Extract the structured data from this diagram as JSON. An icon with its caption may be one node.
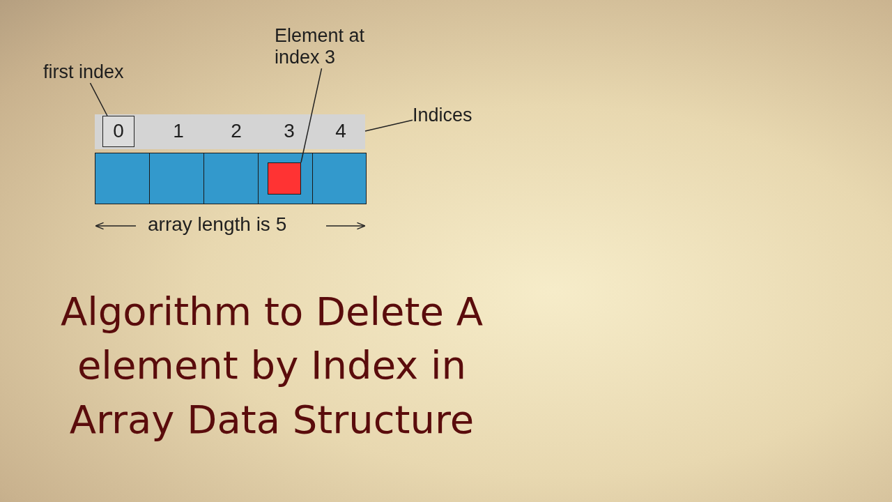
{
  "diagram": {
    "title": "Algorithm to Delete A element by Index in Array Data Structure",
    "nodes": [
      {
        "text": [
          "first index"
        ]
      },
      {
        "text": [
          "Element at index 3"
        ]
      },
      {
        "text": [
          "Indices"
        ]
      },
      {
        "text": [],
        "shape": "bar"
      },
      {
        "text": [
          "0"
        ],
        "in": 3
      },
      {
        "text": [
          "1"
        ],
        "in": 3
      },
      {
        "text": [
          "2"
        ],
        "in": 3
      },
      {
        "text": [
          "3"
        ],
        "in": 3
      },
      {
        "text": [
          "4"
        ],
        "in": 3
      },
      {
        "text": [],
        "shape": "box"
      },
      {
        "text": [],
        "shape": "box"
      },
      {
        "text": [],
        "shape": "box"
      },
      {
        "text": [],
        "shape": "box"
      },
      {
        "text": [],
        "shape": "box"
      },
      {
        "text": [],
        "shape": "box",
        "in": 12
      }
    ],
    "edges": [
      {
        "from": 0,
        "to": 4,
        "arrow": "none"
      },
      {
        "from": 1,
        "to": 14,
        "arrow": "none"
      },
      {
        "from": 2,
        "to": 3,
        "arrow": "none"
      }
    ],
    "labels": [
      "array length is 5"
    ]
  }
}
